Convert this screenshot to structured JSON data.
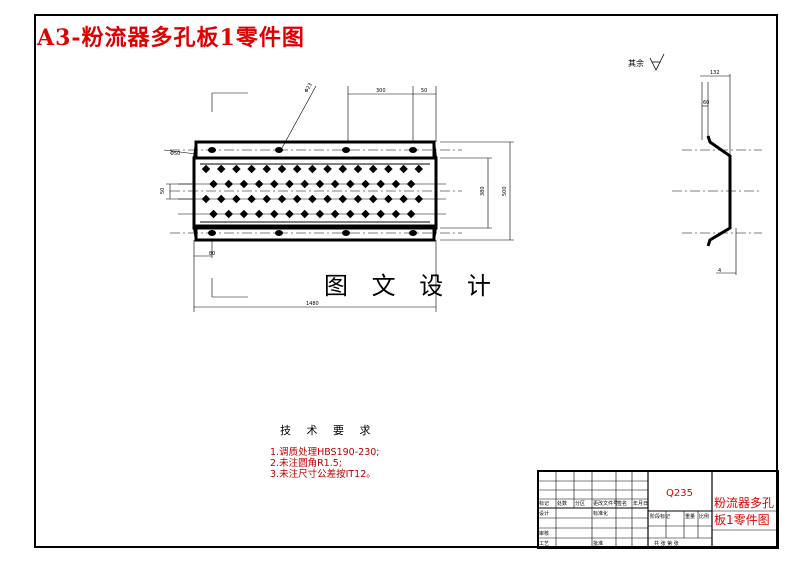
{
  "title": "A3-粉流器多孔板1零件图",
  "watermark": "图 文 设 计",
  "roughness_label": "其余",
  "dimensions": {
    "top_300": "300",
    "top_50": "50",
    "diameter": "Φ23",
    "left_50": "Φ50",
    "height_380": "380",
    "height_500": "500",
    "bottom_80": "80",
    "overall_1480": "1480",
    "side_132": "132",
    "side_60": "60",
    "side_4": "4",
    "left_small": "50"
  },
  "tech_requirements": {
    "heading": "技 术 要 求",
    "items": [
      "1.调质处理HBS190-230;",
      "2.未注圆角R1.5;",
      "3.未注尺寸公差按IT12。"
    ]
  },
  "title_block": {
    "material": "Q235",
    "name": "粉流器多孔板1零件图",
    "cells": [
      "标记",
      "处数",
      "分区",
      "更改文件号",
      "签名",
      "年月日",
      "设计",
      "标准化",
      "阶段标记",
      "重量",
      "比例",
      "审核",
      "工艺",
      "批准",
      "共 张 第 张"
    ]
  }
}
